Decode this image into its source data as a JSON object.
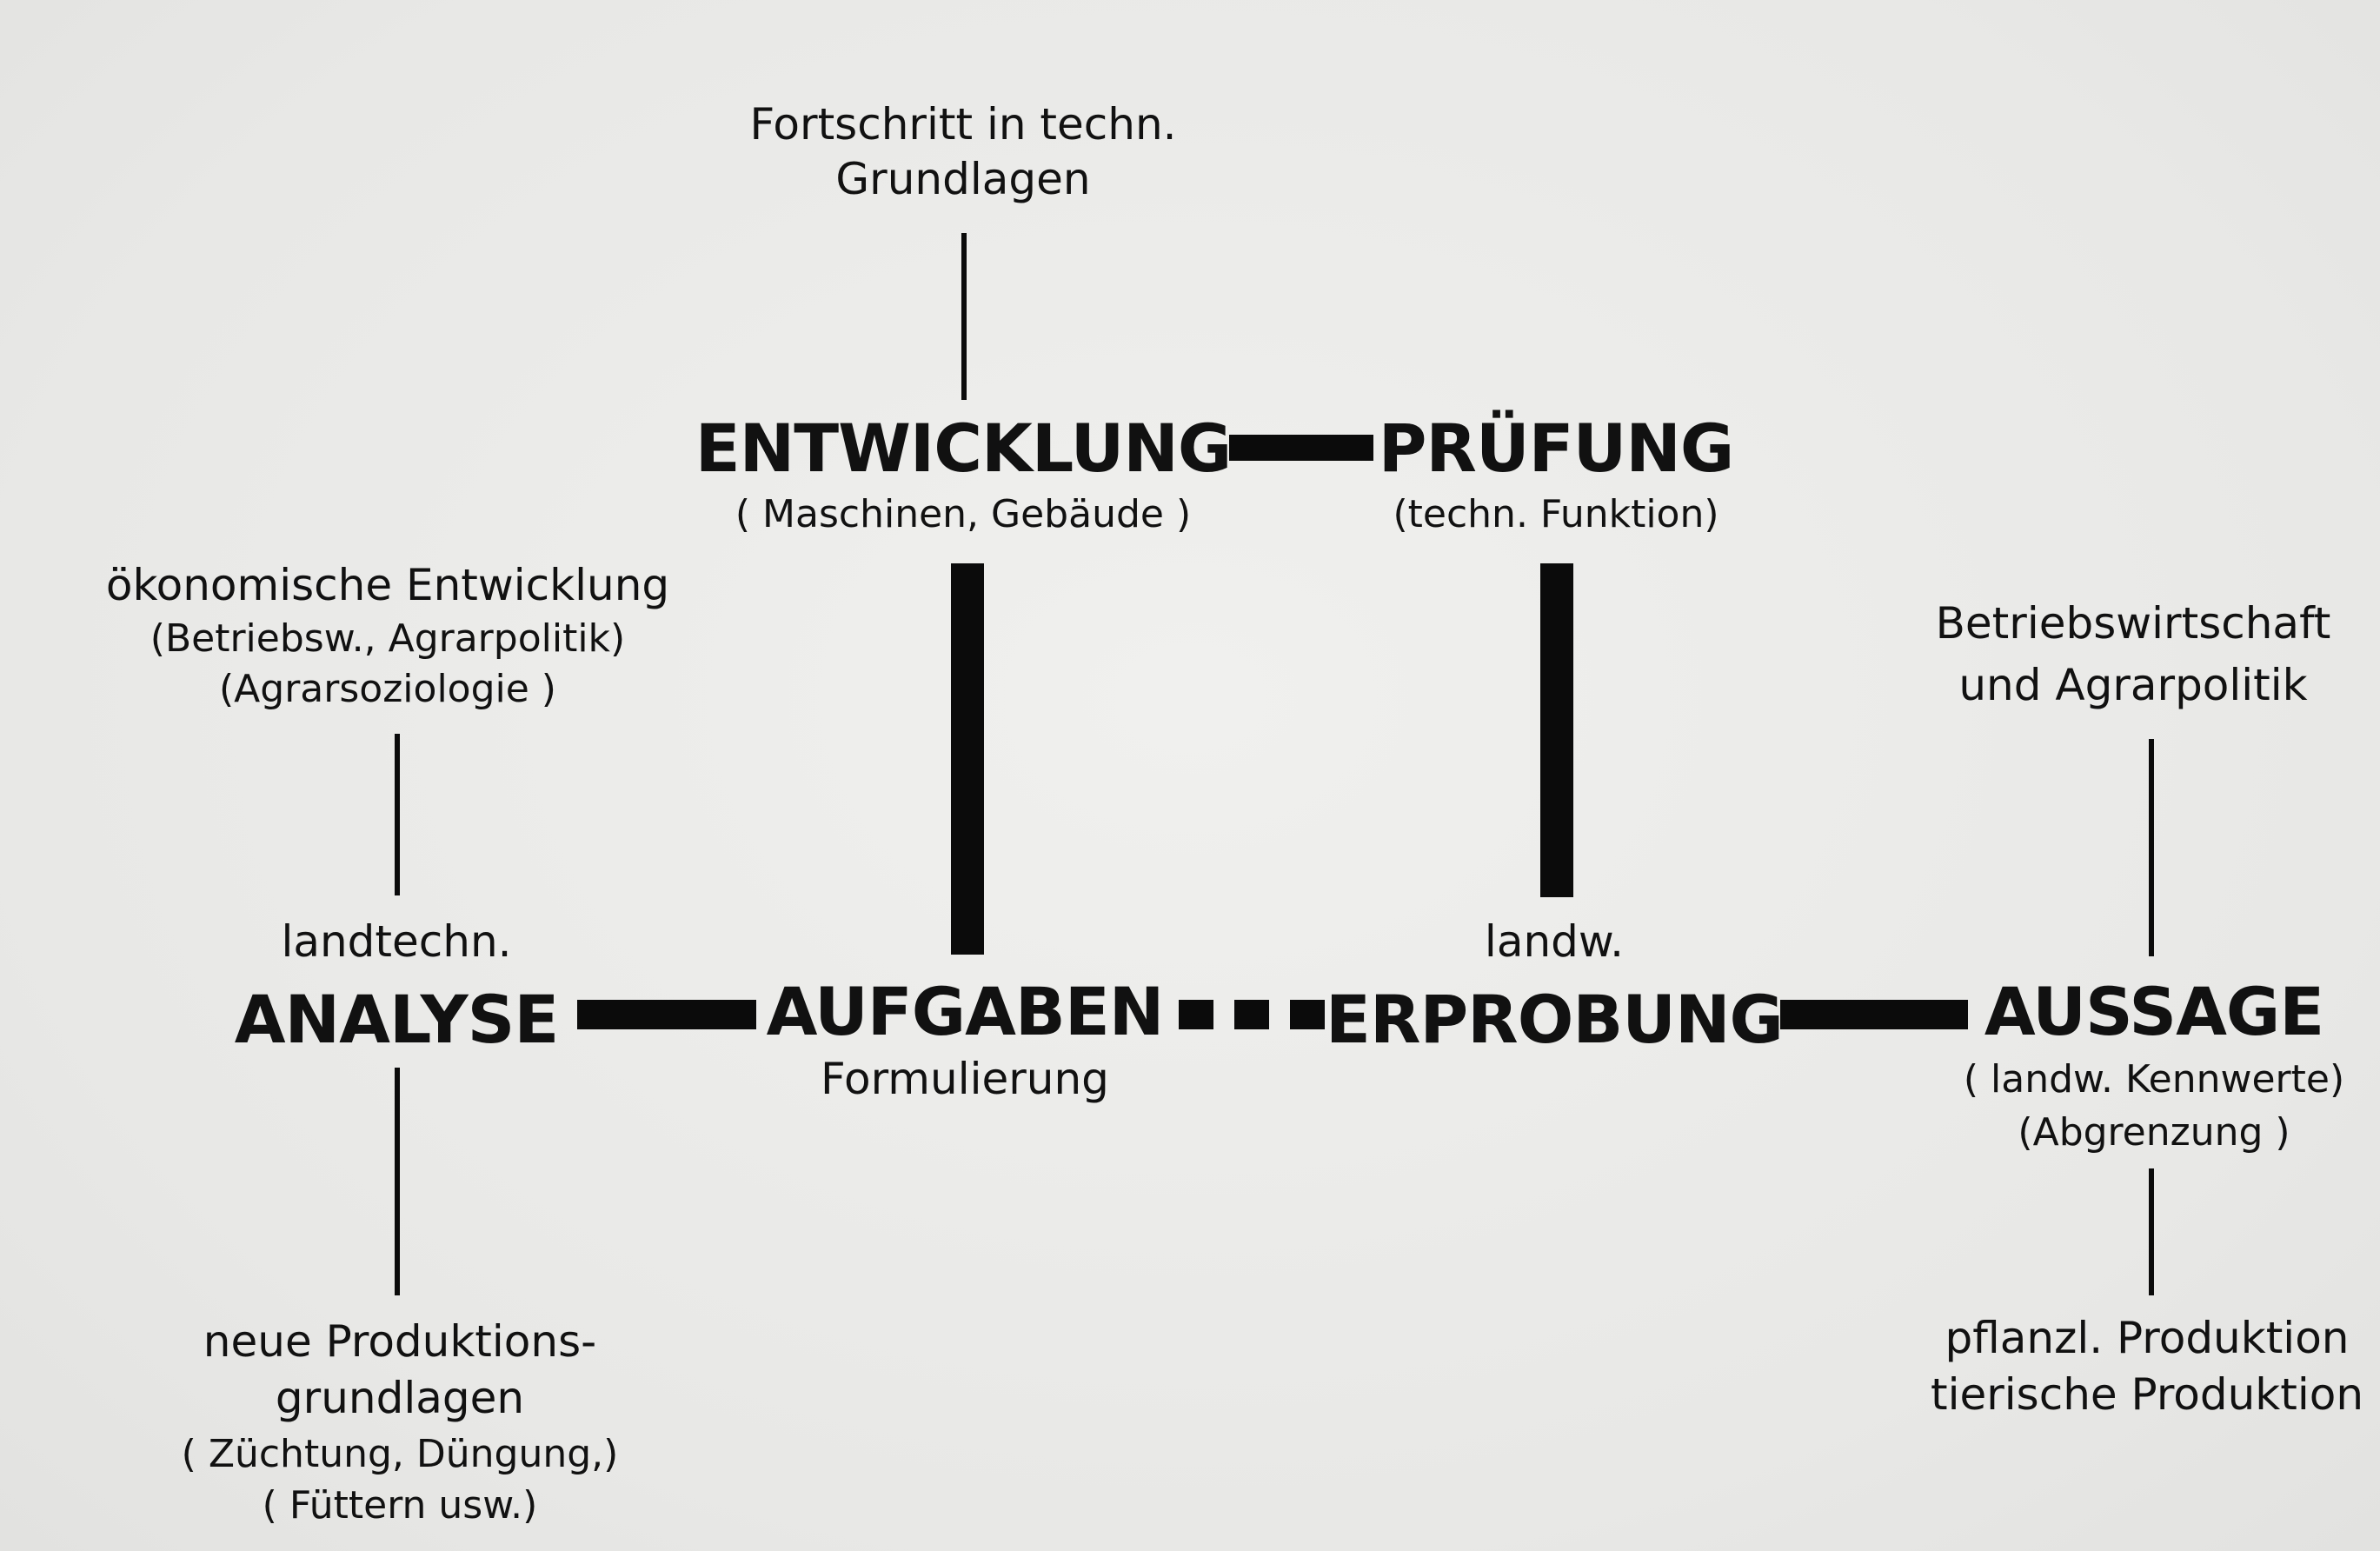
{
  "diagram": {
    "top_note": [
      "Fortschritt in techn.",
      "Grundlagen"
    ],
    "entwicklung": {
      "title": "ENTWICKLUNG",
      "sub": "( Maschinen, Gebäude )"
    },
    "pruefung": {
      "title": "PRÜFUNG",
      "sub": "(techn. Funktion)"
    },
    "left_top_note": [
      "ökonomische Entwicklung",
      "(Betriebsw., Agrarpolitik)",
      "(Agrarsoziologie )"
    ],
    "right_top_note": [
      "Betriebswirtschaft",
      "und  Agrarpolitik"
    ],
    "analyse": {
      "pre": "landtechn.",
      "title": "ANALYSE"
    },
    "aufgaben": {
      "title": "AUFGABEN",
      "sub": "Formulierung"
    },
    "erprobung": {
      "pre": "landw.",
      "title": "ERPROBUNG"
    },
    "aussage": {
      "title": "AUSSAGE",
      "sub": [
        "( landw.  Kennwerte)",
        "(Abgrenzung )"
      ]
    },
    "left_bottom_note": [
      "neue  Produktions-",
      "grundlagen",
      "( Züchtung, Düngung,)",
      "( Füttern  usw.)"
    ],
    "right_bottom_note": [
      "pflanzl.  Produktion",
      "tierische Produktion"
    ]
  }
}
